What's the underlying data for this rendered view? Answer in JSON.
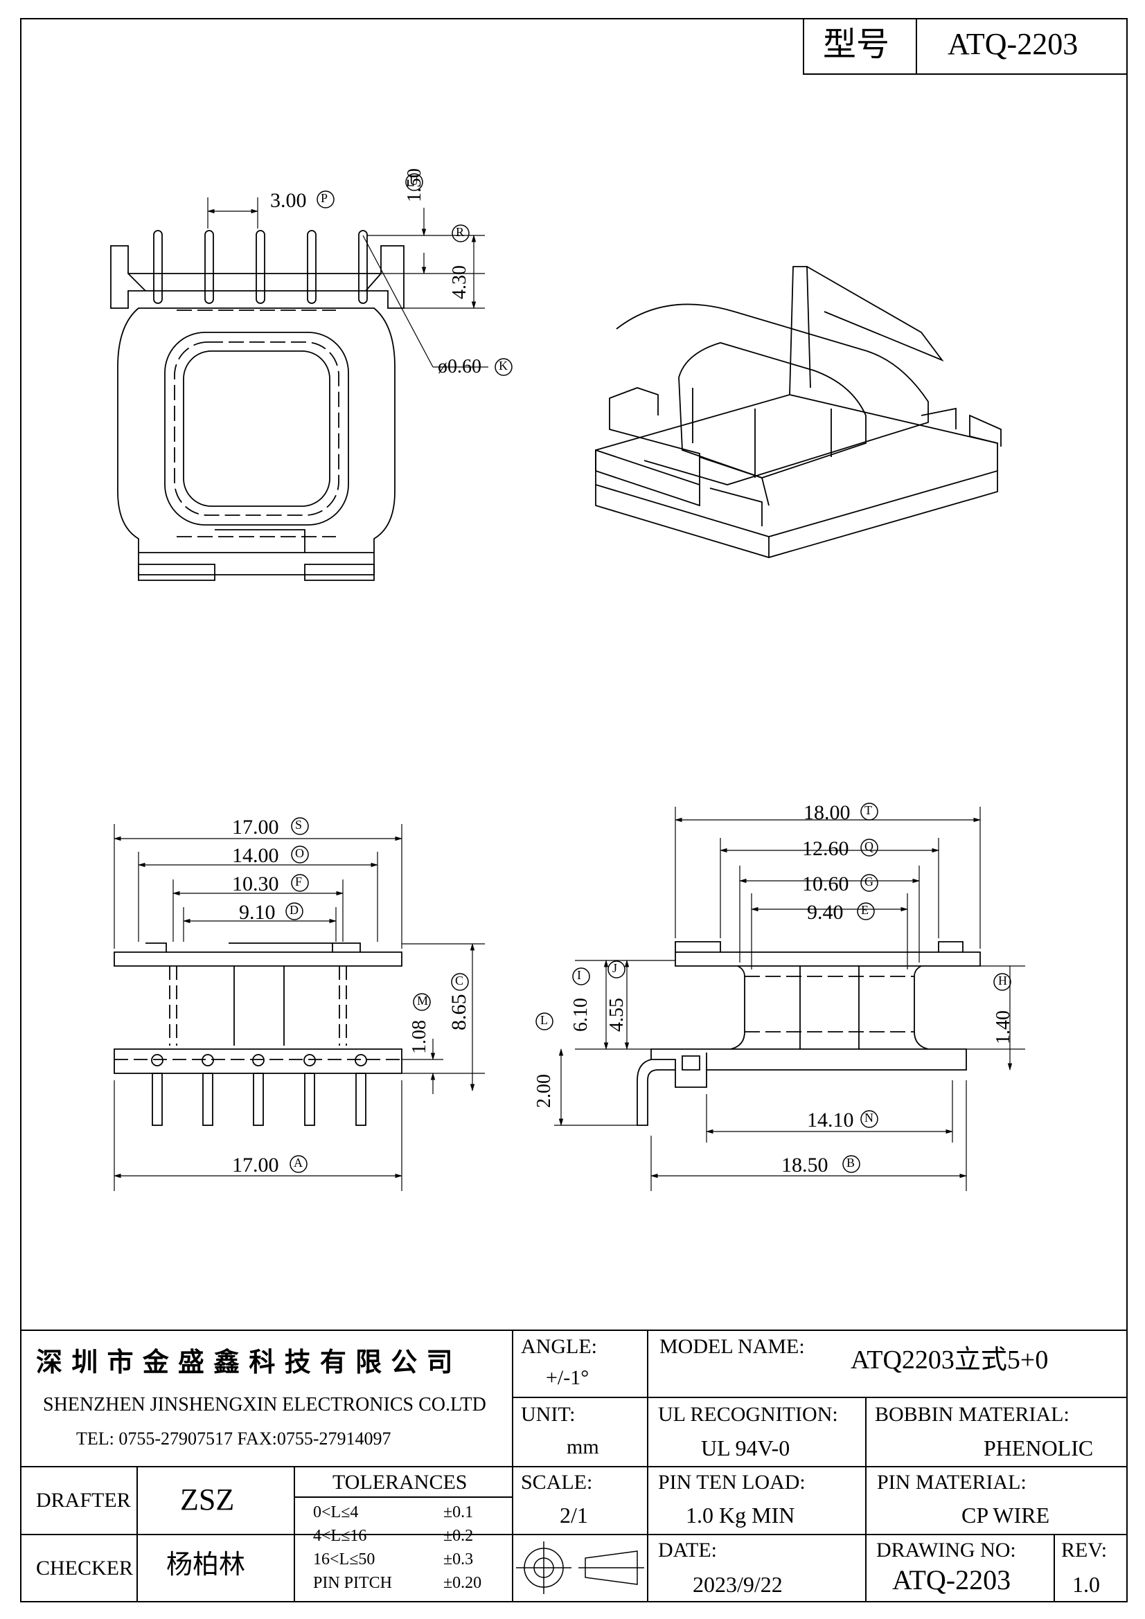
{
  "header": {
    "type_label": "型号",
    "type_value": "ATQ-2203"
  },
  "dims": {
    "P": "3.00",
    "U": "1.50",
    "R": "4.30",
    "K": "ø0.60",
    "S": "17.00",
    "O": "14.00",
    "F": "10.30",
    "D": "9.10",
    "C": "8.65",
    "M": "1.08",
    "A": "17.00",
    "T": "18.00",
    "Q": "12.60",
    "G": "10.60",
    "E": "9.40",
    "I": "6.10",
    "J": "4.55",
    "H": "1.40",
    "L": "2.00",
    "N": "14.10",
    "B": "18.50"
  },
  "dim_letters": [
    "P",
    "U",
    "R",
    "K",
    "S",
    "O",
    "F",
    "D",
    "C",
    "M",
    "A",
    "T",
    "Q",
    "G",
    "E",
    "I",
    "J",
    "H",
    "L",
    "N",
    "B"
  ],
  "title_block": {
    "company_cn": "深 圳 市 金 盛 鑫 科 技 有 限 公 司",
    "company_en": "SHENZHEN JINSHENGXIN ELECTRONICS CO.LTD",
    "contact": "TEL: 0755-27907517   FAX:0755-27914097",
    "angle_label": "ANGLE:",
    "angle_value": "+/-1°",
    "model_label": "MODEL NAME:",
    "model_value": "ATQ2203立式5+0",
    "unit_label": "UNIT:",
    "unit_value": "mm",
    "ul_label": "UL RECOGNITION:",
    "ul_value": "UL 94V-0",
    "bobbin_label": "BOBBIN MATERIAL:",
    "bobbin_value": "PHENOLIC",
    "drafter_label": "DRAFTER",
    "drafter_value": "ZSZ",
    "tolerances_label": "TOLERANCES",
    "tolerances": [
      {
        "range": "0<L≤4",
        "value": "±0.1"
      },
      {
        "range": "4<L≤16",
        "value": "±0.2"
      },
      {
        "range": "16<L≤50",
        "value": "±0.3"
      },
      {
        "range": "PIN PITCH",
        "value": "±0.20"
      }
    ],
    "scale_label": "SCALE:",
    "scale_value": "2/1",
    "pin_load_label": "PIN TEN LOAD:",
    "pin_load_value": "1.0 Kg MIN",
    "pin_material_label": "PIN MATERIAL:",
    "pin_material_value": "CP WIRE",
    "checker_label": "CHECKER",
    "checker_value": "杨柏林",
    "date_label": "DATE:",
    "date_value": "2023/9/22",
    "drawing_no_label": "DRAWING NO:",
    "drawing_no_value": "ATQ-2203",
    "rev_label": "REV:",
    "rev_value": "1.0"
  }
}
